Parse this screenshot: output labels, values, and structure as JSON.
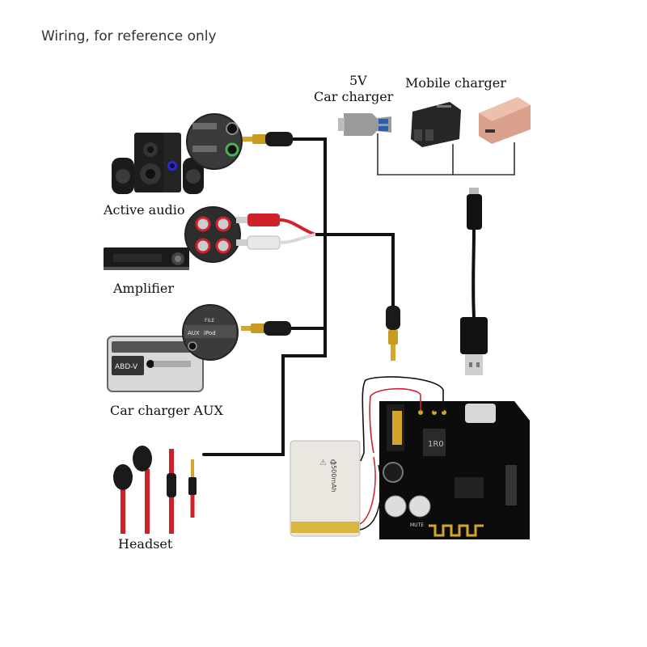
{
  "title": "Wiring, for reference only",
  "labels": {
    "power_5v": "5V",
    "car_charger": "Car charger",
    "mobile_charger": "Mobile charger",
    "active_audio": "Active audio",
    "amplifier": "Amplifier",
    "car_charger_aux": "Car charger AUX",
    "headset": "Headset"
  },
  "device_text": {
    "aux_port": "AUX",
    "ipod_port": "iPod",
    "file_label": "FILE",
    "battery_capacity": "1500mAh",
    "chip_label": "1R0",
    "mute_label": "MUTE"
  },
  "colors": {
    "wire": "#111111",
    "cable_red": "#d0202a",
    "cable_white": "#e8e8e8",
    "gold": "#d4a52b",
    "board": "#0c0c0c",
    "battery": "#e9e7df"
  }
}
